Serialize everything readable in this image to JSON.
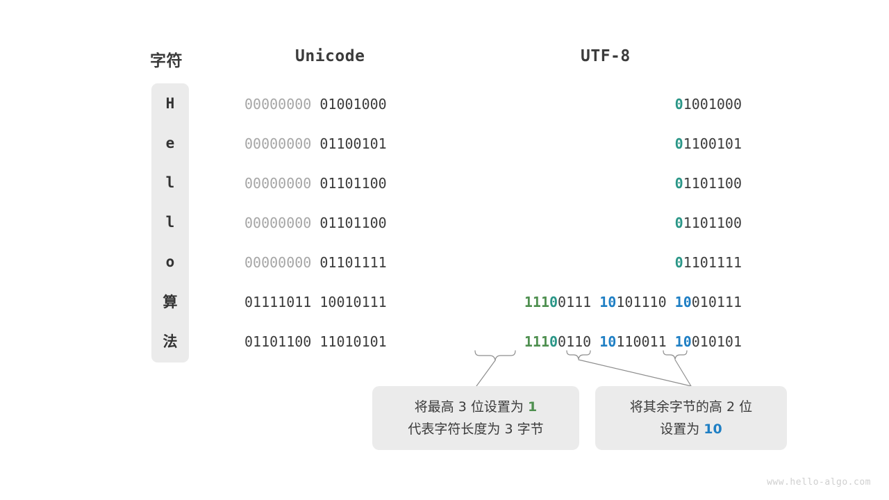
{
  "figure": {
    "title": "Unicode to UTF-8 encoding diagram",
    "watermark": "www.hello-algo.com",
    "colors": {
      "green": "#4e8f4f",
      "teal": "#2a9687",
      "blue": "#1f7fc4",
      "dim": "#a6a6a6",
      "text": "#3b3b3b",
      "pill_bg": "#ebebeb"
    }
  },
  "headers": {
    "char": "字符",
    "unicode": "Unicode",
    "utf8": "UTF-8"
  },
  "rows": [
    {
      "char": "H",
      "unicode_dim": "00000000",
      "unicode_main": "01001000",
      "utf8_parts": [
        {
          "text": "0",
          "color": "teal"
        },
        {
          "text": "1001000",
          "color": "plain"
        }
      ]
    },
    {
      "char": "e",
      "unicode_dim": "00000000",
      "unicode_main": "01100101",
      "utf8_parts": [
        {
          "text": "0",
          "color": "teal"
        },
        {
          "text": "1100101",
          "color": "plain"
        }
      ]
    },
    {
      "char": "l",
      "unicode_dim": "00000000",
      "unicode_main": "01101100",
      "utf8_parts": [
        {
          "text": "0",
          "color": "teal"
        },
        {
          "text": "1101100",
          "color": "plain"
        }
      ]
    },
    {
      "char": "l",
      "unicode_dim": "00000000",
      "unicode_main": "01101100",
      "utf8_parts": [
        {
          "text": "0",
          "color": "teal"
        },
        {
          "text": "1101100",
          "color": "plain"
        }
      ]
    },
    {
      "char": "o",
      "unicode_dim": "00000000",
      "unicode_main": "01101111",
      "utf8_parts": [
        {
          "text": "0",
          "color": "teal"
        },
        {
          "text": "1101111",
          "color": "plain"
        }
      ]
    },
    {
      "char": "算",
      "unicode_dim": "",
      "unicode_main": "01111011 10010111",
      "utf8_parts": [
        {
          "text": "111",
          "color": "green"
        },
        {
          "text": "0",
          "color": "teal"
        },
        {
          "text": "0111 ",
          "color": "plain"
        },
        {
          "text": "10",
          "color": "blue"
        },
        {
          "text": "101110 ",
          "color": "plain"
        },
        {
          "text": "10",
          "color": "blue"
        },
        {
          "text": "010111",
          "color": "plain"
        }
      ]
    },
    {
      "char": "法",
      "unicode_dim": "",
      "unicode_main": "01101100 11010101",
      "utf8_parts": [
        {
          "text": "111",
          "color": "green"
        },
        {
          "text": "0",
          "color": "teal"
        },
        {
          "text": "0110 ",
          "color": "plain"
        },
        {
          "text": "10",
          "color": "blue"
        },
        {
          "text": "110011 ",
          "color": "plain"
        },
        {
          "text": "10",
          "color": "blue"
        },
        {
          "text": "010101",
          "color": "plain"
        }
      ]
    }
  ],
  "callouts": {
    "left": {
      "line1_before": "将最高 3 位设置为 ",
      "line1_accent": "1",
      "line1_after": "",
      "line2": "代表字符长度为 3 字节"
    },
    "right": {
      "line1": "将其余字节的高 2 位",
      "line2_before": "设置为 ",
      "line2_accent": "10",
      "line2_after": ""
    }
  }
}
